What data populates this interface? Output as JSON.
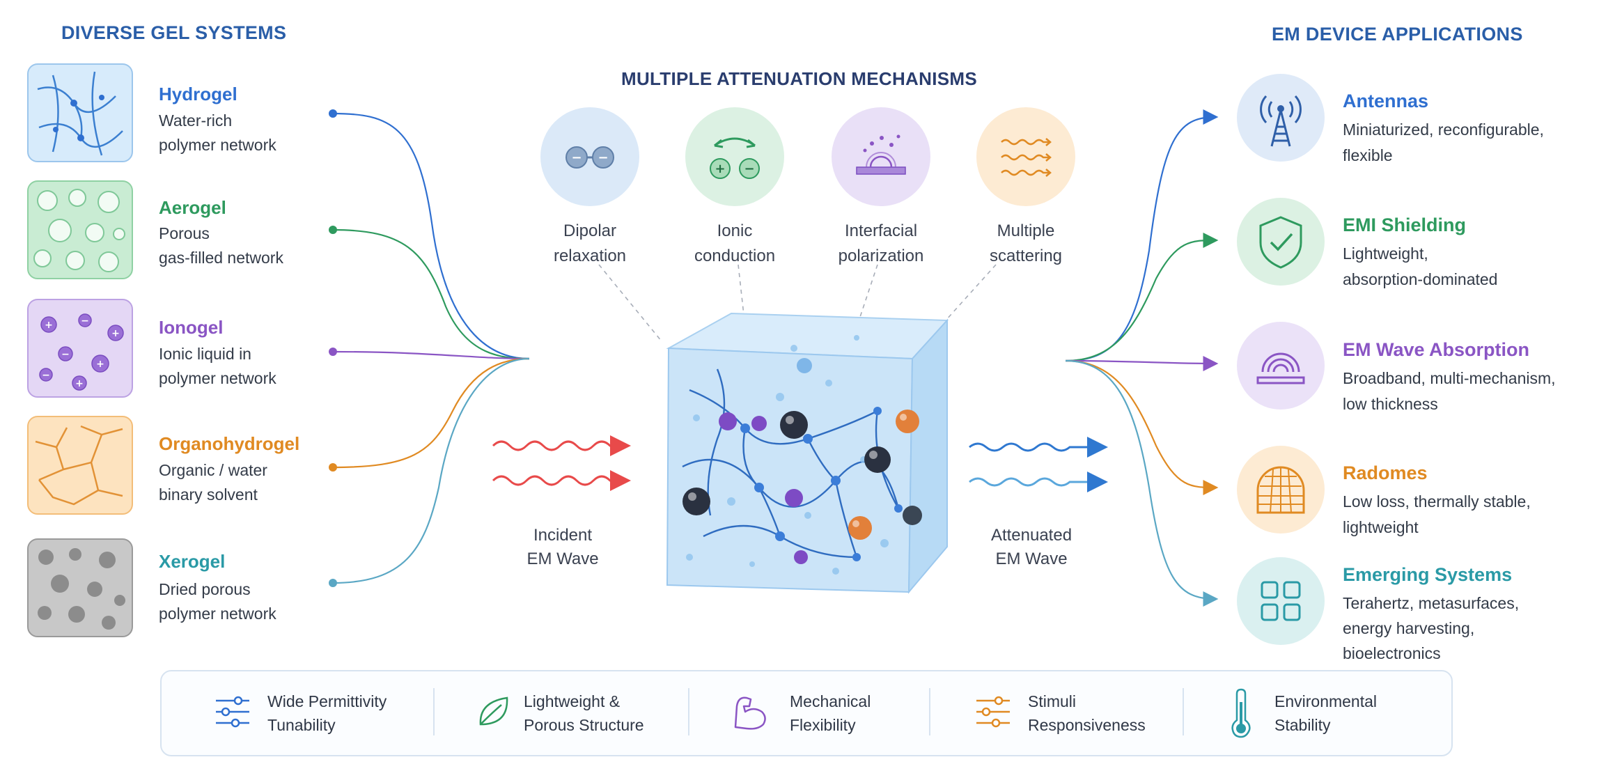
{
  "left_title": "DIVERSE GEL SYSTEMS",
  "right_title": "EM DEVICE APPLICATIONS",
  "center_title": "MULTIPLE ATTENUATION MECHANISMS",
  "gels": [
    {
      "name": "Hydrogel",
      "line1": "Water-rich",
      "line2": "polymer network",
      "color": "#2f6fd0"
    },
    {
      "name": "Aerogel",
      "line1": "Porous",
      "line2": "gas-filled network",
      "color": "#2e9a5e"
    },
    {
      "name": "Ionogel",
      "line1": "Ionic liquid in",
      "line2": "polymer network",
      "color": "#8a55c4"
    },
    {
      "name": "Organohydrogel",
      "line1": "Organic / water",
      "line2": "binary solvent",
      "color": "#e08a22"
    },
    {
      "name": "Xerogel",
      "line1": "Dried porous",
      "line2": "polymer network",
      "color": "#2a9aa6"
    }
  ],
  "mechanisms": [
    {
      "line1": "Dipolar",
      "line2": "relaxation",
      "icon": "dipole-icon"
    },
    {
      "line1": "Ionic",
      "line2": "conduction",
      "icon": "ion-conduction-icon"
    },
    {
      "line1": "Interfacial",
      "line2": "polarization",
      "icon": "interface-polarization-icon"
    },
    {
      "line1": "Multiple",
      "line2": "scattering",
      "icon": "scattering-icon"
    }
  ],
  "incident": {
    "line1": "Incident",
    "line2": "EM Wave"
  },
  "attenuated": {
    "line1": "Attenuated",
    "line2": "EM Wave"
  },
  "apps": [
    {
      "name": "Antennas",
      "line1": "Miniaturized, reconfigurable,",
      "line2": "flexible",
      "line3": "",
      "color": "#2f6fd0",
      "icon": "antenna-tower-icon"
    },
    {
      "name": "EMI Shielding",
      "line1": "Lightweight,",
      "line2": "absorption-dominated",
      "line3": "",
      "color": "#2e9a5e",
      "icon": "shield-check-icon"
    },
    {
      "name": "EM Wave Absorption",
      "line1": "Broadband, multi-mechanism,",
      "line2": "low thickness",
      "line3": "",
      "color": "#8a55c4",
      "icon": "absorber-icon"
    },
    {
      "name": "Radomes",
      "line1": "Low loss, thermally stable,",
      "line2": "lightweight",
      "line3": "",
      "color": "#e08a22",
      "icon": "radome-icon"
    },
    {
      "name": "Emerging Systems",
      "line1": "Terahertz, metasurfaces,",
      "line2": "energy harvesting,",
      "line3": "bioelectronics",
      "color": "#2a9aa6",
      "icon": "grid-icon"
    }
  ],
  "features": [
    {
      "line1": "Wide Permittivity",
      "line2": "Tunability",
      "icon": "sliders-icon"
    },
    {
      "line1": "Lightweight &",
      "line2": "Porous Structure",
      "icon": "leaf-icon"
    },
    {
      "line1": "Mechanical",
      "line2": "Flexibility",
      "icon": "flexed-arm-icon"
    },
    {
      "line1": "Stimuli",
      "line2": "Responsiveness",
      "icon": "sliders-icon"
    },
    {
      "line1": "Environmental",
      "line2": "Stability",
      "icon": "thermometer-icon"
    }
  ]
}
